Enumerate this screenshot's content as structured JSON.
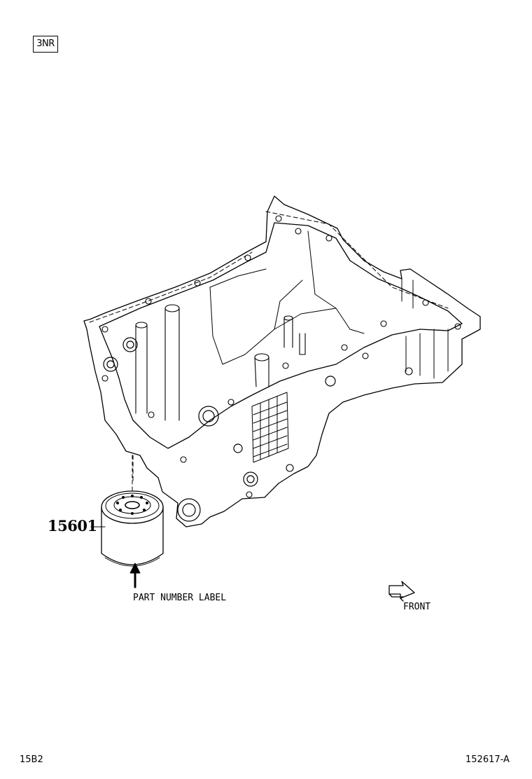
{
  "header": {
    "engine_code": "3NR"
  },
  "callouts": {
    "part_number": "15601",
    "part_number_label": "PART NUMBER LABEL",
    "front": "FRONT"
  },
  "footer": {
    "left_code": "15B2",
    "illustration_id": "152617-A"
  },
  "icons": {
    "oil_pan": "oil-pan-illustration",
    "oil_filter": "oil-filter-illustration",
    "front_arrow": "front-direction-arrow-icon",
    "label_arrow": "up-arrow-icon"
  },
  "colors": {
    "line": "#000000",
    "background": "#ffffff"
  }
}
